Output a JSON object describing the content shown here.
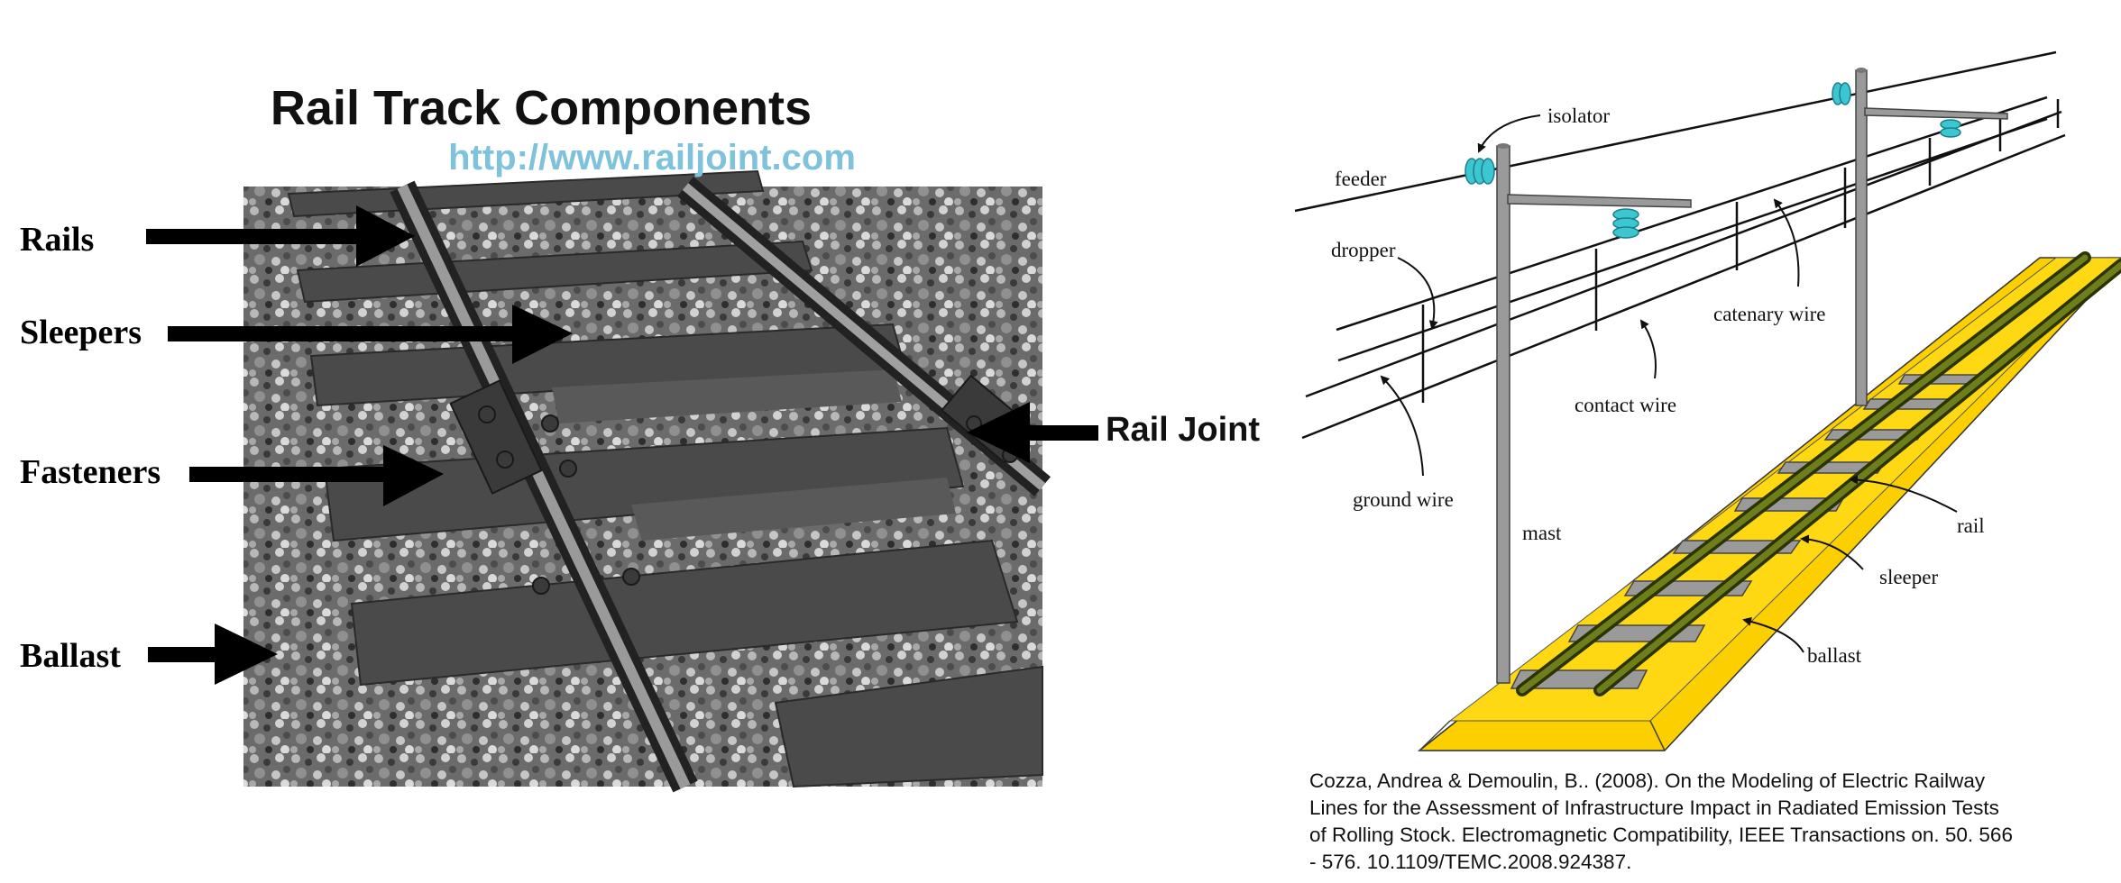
{
  "left_panel": {
    "title": "Rail Track Components",
    "url": "http://www.railjoint.com",
    "labels": {
      "rails": "Rails",
      "sleepers": "Sleepers",
      "fasteners": "Fasteners",
      "ballast": "Ballast",
      "rail_joint": "Rail Joint"
    }
  },
  "right_panel": {
    "labels": {
      "isolator": "isolator",
      "feeder": "feeder",
      "dropper": "dropper",
      "catenary_wire": "catenary wire",
      "contact_wire": "contact wire",
      "ground_wire": "ground wire",
      "mast": "mast",
      "rail": "rail",
      "sleeper": "sleeper",
      "ballast": "ballast"
    },
    "caption_lines": [
      "Cozza, Andrea & Demoulin, B.. (2008). On the Modeling of Electric Railway",
      "Lines for the Assessment of Infrastructure Impact in Radiated Emission Tests",
      "of Rolling Stock. Electromagnetic Compatibility, IEEE Transactions on. 50. 566",
      "- 576. 10.1109/TEMC.2008.924387."
    ]
  },
  "colors": {
    "title": "#111111",
    "url": "#7fc2dc",
    "ballast_yellow": "#fccf00",
    "insulator_cyan": "#3cc6d2",
    "rail_green": "#4a5a10"
  }
}
